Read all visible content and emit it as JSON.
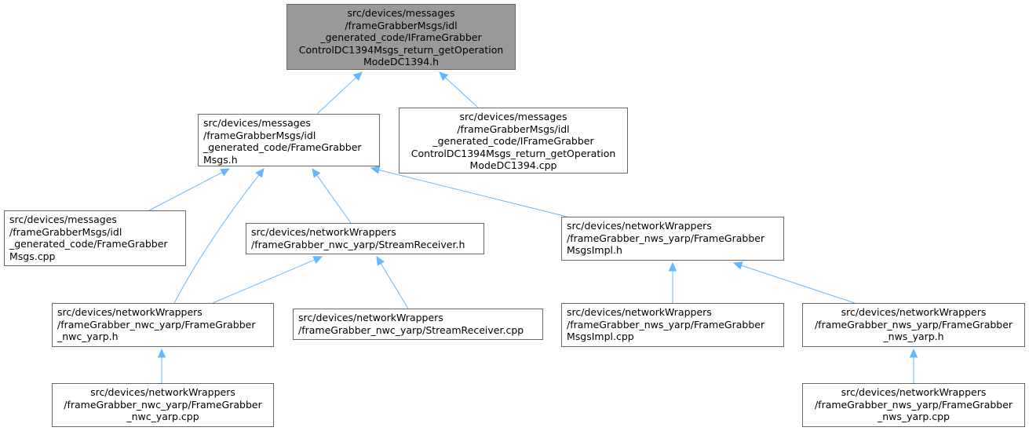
{
  "edge_color": "#63b8ff",
  "node_border_color": "#666666",
  "root_fill_color": "#999999",
  "nodes": {
    "root": {
      "lines": [
        "src/devices/messages",
        "/frameGrabberMsgs/idl",
        "_generated_code/IFrameGrabber",
        "ControlDC1394Msgs_return_getOperation",
        "ModeDC1394.h"
      ]
    },
    "msgs_h": {
      "lines": [
        "src/devices/messages",
        "/frameGrabberMsgs/idl",
        "_generated_code/FrameGrabber",
        "Msgs.h"
      ]
    },
    "root_cpp": {
      "lines": [
        "src/devices/messages",
        "/frameGrabberMsgs/idl",
        "_generated_code/IFrameGrabber",
        "ControlDC1394Msgs_return_getOperation",
        "ModeDC1394.cpp"
      ]
    },
    "msgs_cpp": {
      "lines": [
        "src/devices/messages",
        "/frameGrabberMsgs/idl",
        "_generated_code/FrameGrabber",
        "Msgs.cpp"
      ]
    },
    "stream_receiver_h": {
      "lines": [
        "src/devices/networkWrappers",
        "/frameGrabber_nwc_yarp/StreamReceiver.h"
      ]
    },
    "msgs_impl_h": {
      "lines": [
        "src/devices/networkWrappers",
        "/frameGrabber_nws_yarp/FrameGrabber",
        "MsgsImpl.h"
      ]
    },
    "nwc_yarp_h": {
      "lines": [
        "src/devices/networkWrappers",
        "/frameGrabber_nwc_yarp/FrameGrabber",
        "_nwc_yarp.h"
      ]
    },
    "stream_receiver_cpp": {
      "lines": [
        "src/devices/networkWrappers",
        "/frameGrabber_nwc_yarp/StreamReceiver.cpp"
      ]
    },
    "msgs_impl_cpp": {
      "lines": [
        "src/devices/networkWrappers",
        "/frameGrabber_nws_yarp/FrameGrabber",
        "MsgsImpl.cpp"
      ]
    },
    "nws_yarp_h": {
      "lines": [
        "src/devices/networkWrappers",
        "/frameGrabber_nws_yarp/FrameGrabber",
        "_nws_yarp.h"
      ]
    },
    "nwc_yarp_cpp": {
      "lines": [
        "src/devices/networkWrappers",
        "/frameGrabber_nwc_yarp/FrameGrabber",
        "_nwc_yarp.cpp"
      ]
    },
    "nws_yarp_cpp": {
      "lines": [
        "src/devices/networkWrappers",
        "/frameGrabber_nws_yarp/FrameGrabber",
        "_nws_yarp.cpp"
      ]
    }
  },
  "edges": [
    {
      "from": "msgs_h",
      "to": "root"
    },
    {
      "from": "root_cpp",
      "to": "root"
    },
    {
      "from": "msgs_cpp",
      "to": "msgs_h"
    },
    {
      "from": "nwc_yarp_h",
      "to": "msgs_h"
    },
    {
      "from": "stream_receiver_h",
      "to": "msgs_h"
    },
    {
      "from": "msgs_impl_h",
      "to": "msgs_h"
    },
    {
      "from": "nwc_yarp_h",
      "to": "stream_receiver_h"
    },
    {
      "from": "stream_receiver_cpp",
      "to": "stream_receiver_h"
    },
    {
      "from": "msgs_impl_cpp",
      "to": "msgs_impl_h"
    },
    {
      "from": "nws_yarp_h",
      "to": "msgs_impl_h"
    },
    {
      "from": "nwc_yarp_cpp",
      "to": "nwc_yarp_h"
    },
    {
      "from": "nws_yarp_cpp",
      "to": "nws_yarp_h"
    }
  ]
}
